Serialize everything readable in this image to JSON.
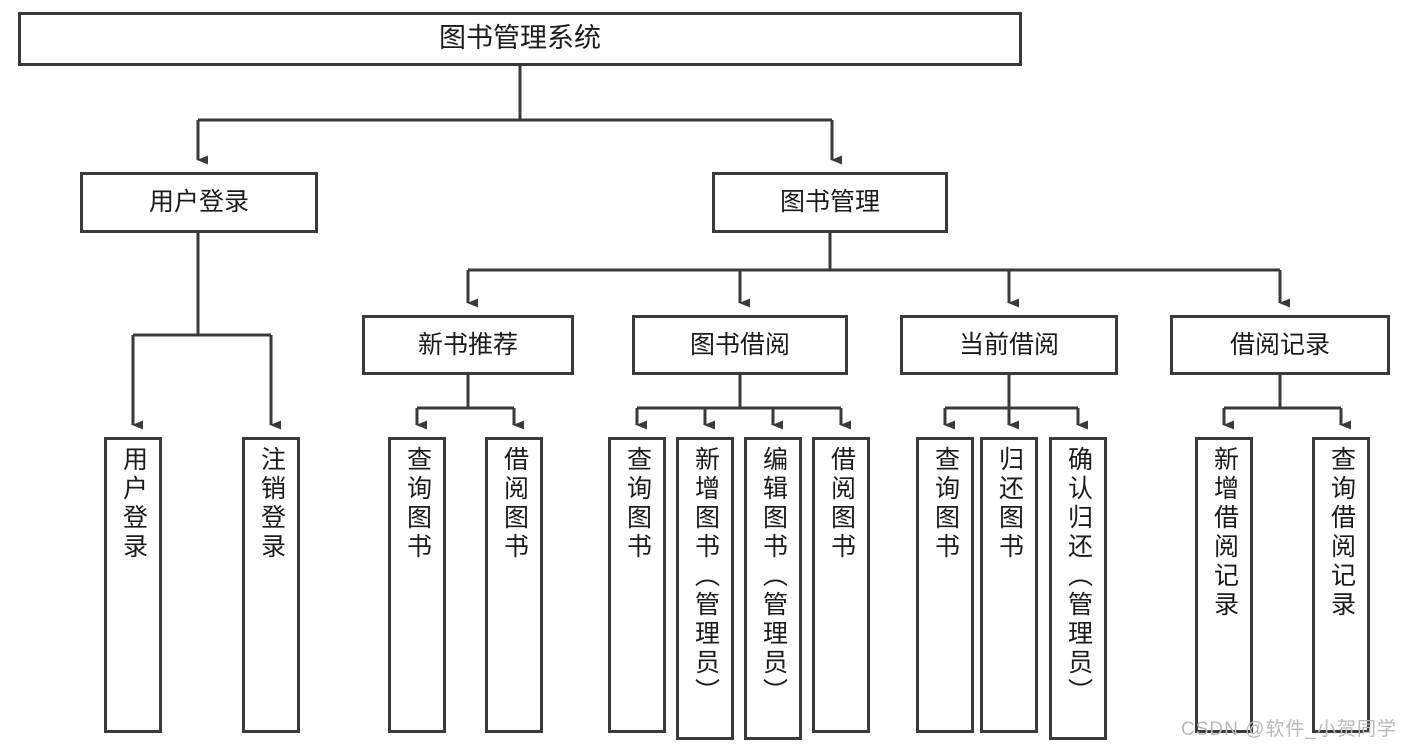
{
  "diagram": {
    "title": "图书管理系统",
    "type": "tree",
    "root": {
      "label": "图书管理系统"
    },
    "level2": [
      {
        "label": "用户登录"
      },
      {
        "label": "图书管理"
      }
    ],
    "level3": [
      {
        "label": "新书推荐"
      },
      {
        "label": "图书借阅"
      },
      {
        "label": "当前借阅"
      },
      {
        "label": "借阅记录"
      }
    ],
    "leaves": {
      "user_login": [
        {
          "label": "用户登录"
        },
        {
          "label": "注销登录"
        }
      ],
      "new_book_recommend": [
        {
          "label": "查询图书"
        },
        {
          "label": "借阅图书"
        }
      ],
      "book_borrow": [
        {
          "label": "查询图书"
        },
        {
          "label": "新增图书（管理员）"
        },
        {
          "label": "编辑图书（管理员）"
        },
        {
          "label": "借阅图书"
        }
      ],
      "current_borrow": [
        {
          "label": "查询图书"
        },
        {
          "label": "归还图书"
        },
        {
          "label": "确认归还（管理员）"
        }
      ],
      "borrow_record": [
        {
          "label": "新增借阅记录"
        },
        {
          "label": "查询借阅记录"
        }
      ]
    }
  },
  "watermark": {
    "text": "CSDN @软件_小贺同学"
  },
  "colors": {
    "stroke": "#3a3a3a",
    "text": "#1b1b1b",
    "background": "#ffffff",
    "watermark": "#b9b9b9"
  }
}
